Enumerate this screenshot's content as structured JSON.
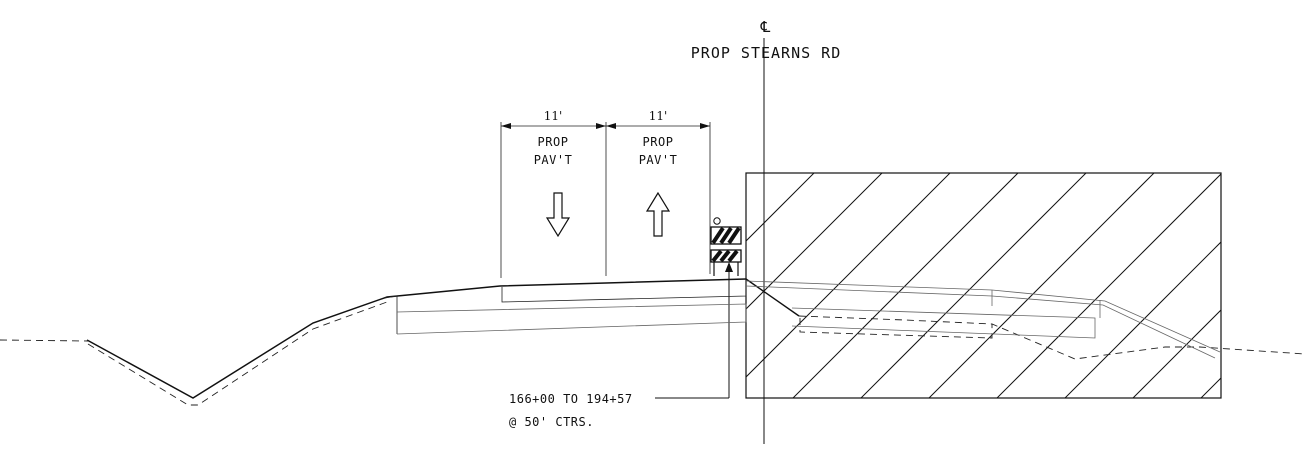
{
  "centerline": {
    "symbol": "℄",
    "label": "PROP STEARNS RD"
  },
  "lanes": [
    {
      "width": "11'",
      "label_line1": "PROP",
      "label_line2": "PAV'T",
      "direction": "down"
    },
    {
      "width": "11'",
      "label_line1": "PROP",
      "label_line2": "PAV'T",
      "direction": "up"
    }
  ],
  "barricade_note": {
    "line1": "166+00 TO 194+57",
    "line2": "@ 50' CTRS."
  },
  "hatched_area": {
    "pattern": "diagonal-hatch"
  },
  "colors": {
    "ink": "#111111",
    "hatch": "#111111"
  }
}
